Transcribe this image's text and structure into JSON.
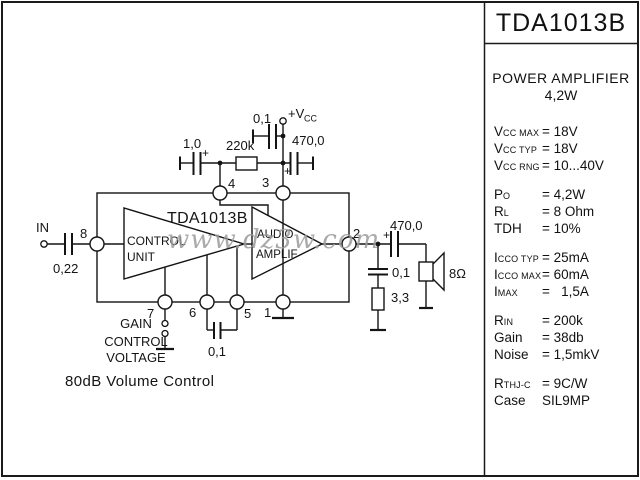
{
  "title_box": {
    "part_number": "TDA1013B"
  },
  "panel": {
    "heading_line1": "POWER AMPLIFIER",
    "heading_line2": "4,2W",
    "specs": [
      {
        "main": "V",
        "sub": "CC MAX",
        "rest": "= 18V"
      },
      {
        "main": "V",
        "sub": "CC TYP",
        "rest": "= 18V"
      },
      {
        "main": "V",
        "sub": "CC RNG",
        "rest": "= 10...40V"
      },
      {
        "main": "P",
        "sub": "O",
        "rest": "= 4,2W"
      },
      {
        "main": "R",
        "sub": "L",
        "rest": "= 8 Ohm"
      },
      {
        "main": "TDH",
        "sub": "",
        "rest": "= 10%"
      },
      {
        "main": "I",
        "sub": "CCO TYP",
        "rest": "= 25mA"
      },
      {
        "main": "I",
        "sub": "CCO MAX",
        "rest": "= 60mA"
      },
      {
        "main": "I",
        "sub": "MAX",
        "rest": "=   1,5A"
      },
      {
        "main": "R",
        "sub": "IN",
        "rest": "= 200k"
      },
      {
        "main": "Gain",
        "sub": "",
        "rest": "= 38db"
      },
      {
        "main": "Noise",
        "sub": "",
        "rest": "= 1,5mkV"
      },
      {
        "main": "R",
        "sub": "THJ-C",
        "rest": "= 9C/W"
      },
      {
        "main": "Case",
        "sub": "",
        "rest": "SIL9MP"
      }
    ]
  },
  "watermark": "www.dz3w.com",
  "schematic": {
    "ic_label": "TDA1013B",
    "control_unit_line1": "CONTROL",
    "control_unit_line2": "UNIT",
    "audio_amp_line1": "AUDIO",
    "audio_amp_line2": "AMPLIF",
    "caption": "80dB Volume Control",
    "input_label": "IN",
    "supply_label_main": "+V",
    "supply_label_sub": "CC",
    "speaker_impedance": "8Ω",
    "gain_note_line1": "GAIN",
    "gain_note_line2": "CONTROL",
    "gain_note_line3": "VOLTAGE",
    "plus": "+",
    "components": {
      "c_input": "0,22",
      "c_ripple": "1,0",
      "r_feedback": "220k",
      "c_decouple_small": "0,1",
      "c_decouple_big": "470,0",
      "c_output": "470,0",
      "c_zobel": "0,1",
      "r_zobel": "3,3",
      "c_pins56": "0,1"
    },
    "pins": {
      "p1": "1",
      "p2": "2",
      "p3": "3",
      "p4": "4",
      "p5": "5",
      "p6": "6",
      "p7": "7",
      "p8": "8"
    }
  }
}
